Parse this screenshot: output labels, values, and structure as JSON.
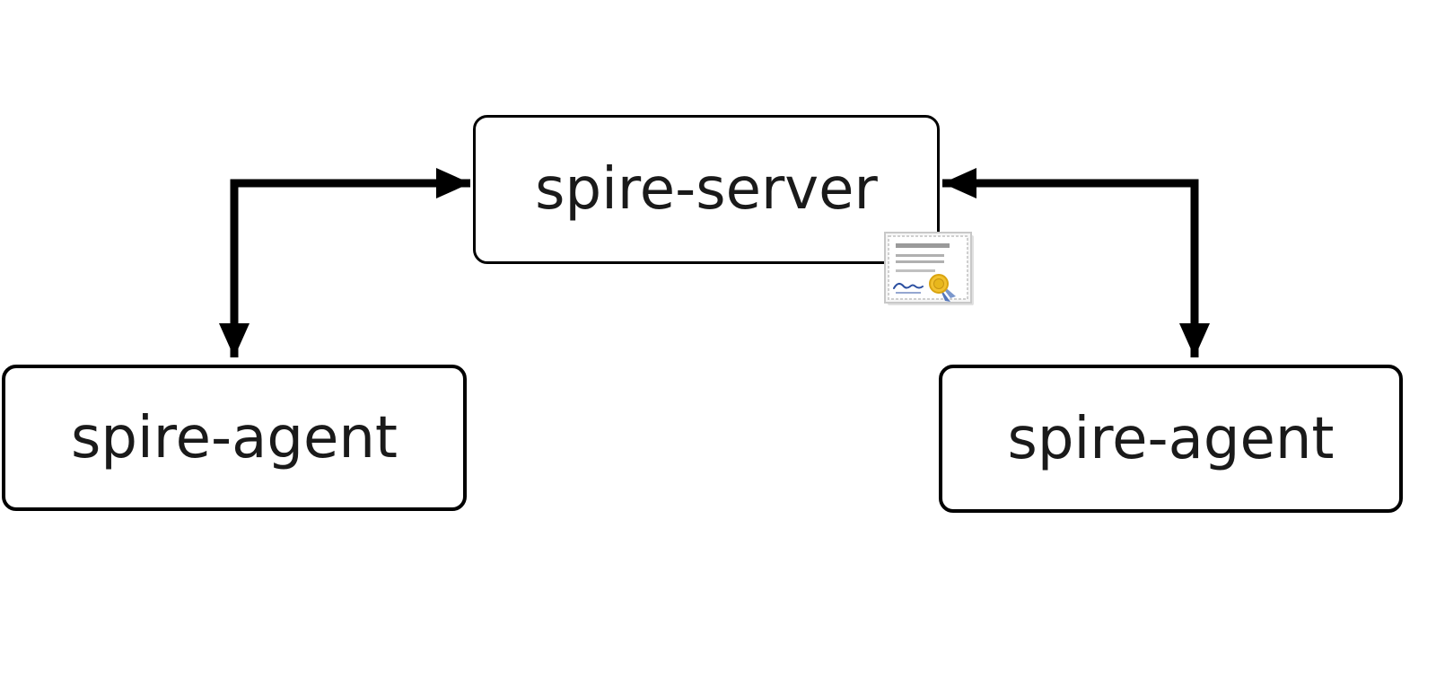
{
  "nodes": {
    "server": {
      "label": "spire-server"
    },
    "agent_left": {
      "label": "spire-agent"
    },
    "agent_right": {
      "label": "spire-agent"
    }
  },
  "icons": {
    "certificate": "certificate-icon"
  },
  "connections": [
    {
      "from": "agent_left",
      "to": "server",
      "style": "elbow",
      "arrowheads": "both"
    },
    {
      "from": "agent_right",
      "to": "server",
      "style": "elbow",
      "arrowheads": "both"
    }
  ],
  "colors": {
    "background": "#ffffff",
    "node_fill": "#ffffff",
    "node_border": "#000000",
    "arrow": "#000000",
    "certificate_frame": "#c8c8c8",
    "certificate_lines": "#9a9a9a",
    "certificate_signature": "#2b4fa0",
    "certificate_seal": "#f2c12e",
    "certificate_ribbon": "#5577bb"
  }
}
